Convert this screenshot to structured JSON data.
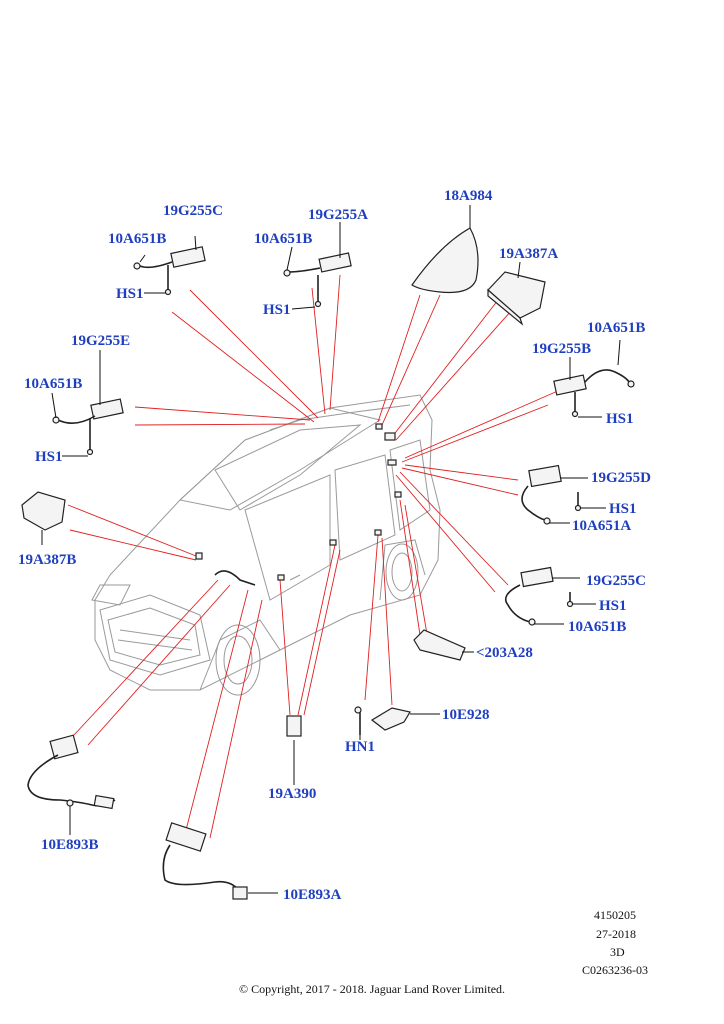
{
  "labels": {
    "p_19G255C_top": "19G255C",
    "p_10A651B_1": "10A651B",
    "p_HS1_1": "HS1",
    "p_19G255A": "19G255A",
    "p_10A651B_2": "10A651B",
    "p_HS1_2": "HS1",
    "p_18A984": "18A984",
    "p_19A387A": "19A387A",
    "p_19G255E": "19G255E",
    "p_10A651B_3": "10A651B",
    "p_HS1_3": "HS1",
    "p_10A651B_4": "10A651B",
    "p_19G255B": "19G255B",
    "p_HS1_4": "HS1",
    "p_19G255D": "19G255D",
    "p_HS1_5": "HS1",
    "p_10A651A": "10A651A",
    "p_19A387B": "19A387B",
    "p_19G255C_bot": "19G255C",
    "p_HS1_6": "HS1",
    "p_10A651B_5": "10A651B",
    "p_203A28": "<203A28",
    "p_10E928": "10E928",
    "p_HN1": "HN1",
    "p_19A390": "19A390",
    "p_10E893B": "10E893B",
    "p_10E893A": "10E893A"
  },
  "meta": {
    "number": "4150205",
    "date": "27-2018",
    "view": "3D",
    "code": "C0263236-03"
  },
  "copyright": "© Copyright, 2017 - 2018. Jaguar Land Rover Limited.",
  "colors": {
    "label": "#1f3fbf",
    "leader": "#e02020",
    "outline": "#9a9a9a"
  }
}
